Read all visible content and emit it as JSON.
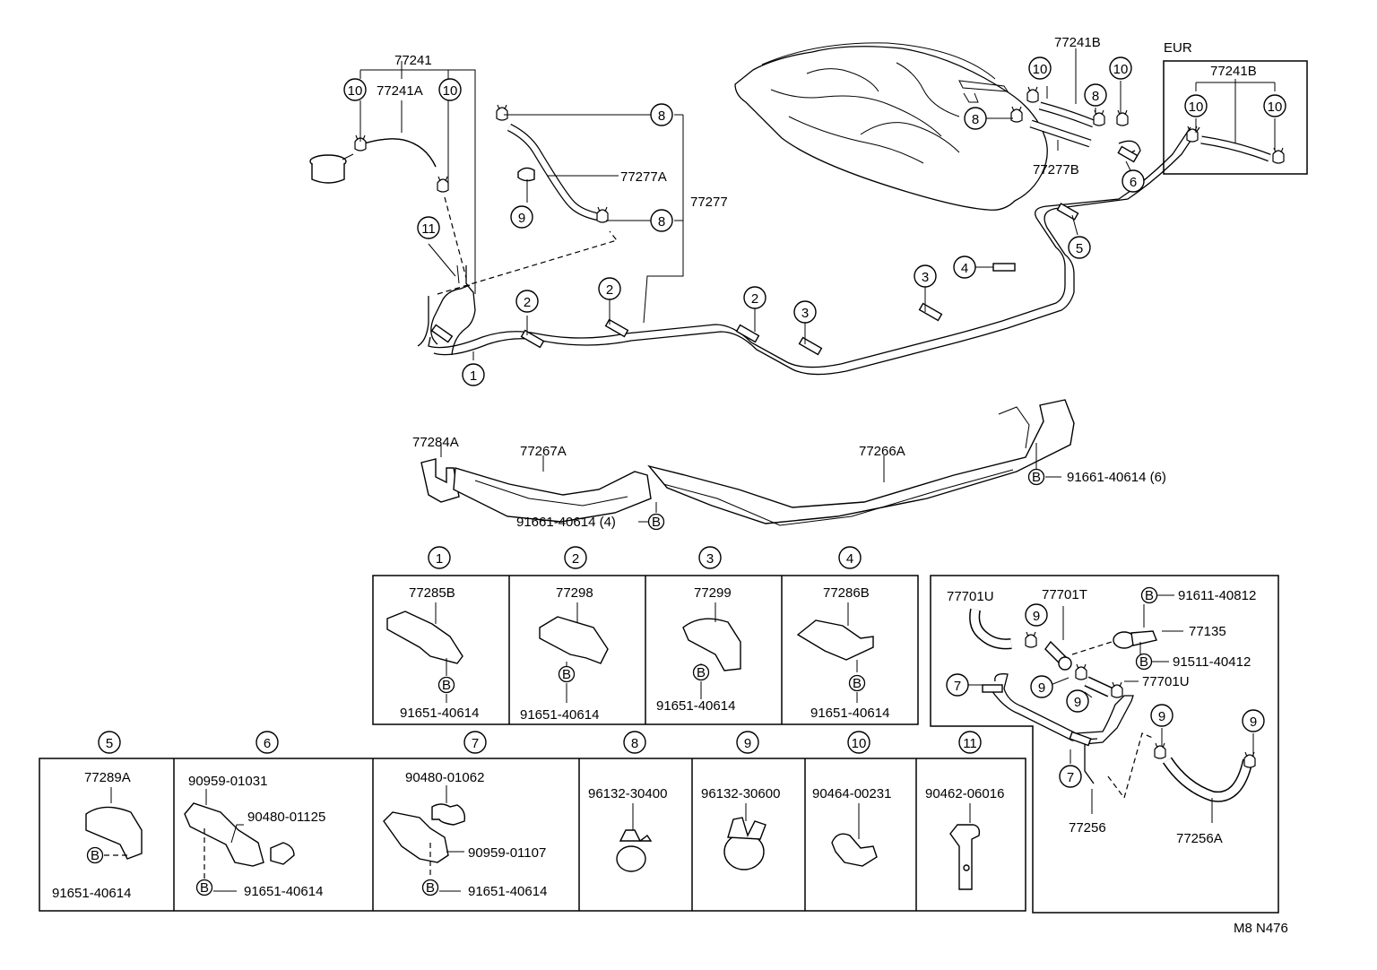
{
  "header": {
    "eur_label": "EUR",
    "diagram_code": "M8 N476"
  },
  "upper_view": {
    "labels": {
      "p77241": "77241",
      "p77241A": "77241A",
      "p77241B": "77241B",
      "p77241B_eur": "77241B",
      "p77277A": "77277A",
      "p77277": "77277",
      "p77277B": "77277B"
    },
    "callouts": [
      "1",
      "2",
      "3",
      "4",
      "5",
      "6",
      "8",
      "9",
      "10",
      "11"
    ]
  },
  "protector_view": {
    "labels": {
      "p77284A": "77284A",
      "p77267A": "77267A",
      "p77266A": "77266A",
      "bolt_left": "91661-40614 (4)",
      "bolt_right": "91661-40614 (6)"
    },
    "bolt_symbol": "B"
  },
  "clamp_table_top": {
    "cells": [
      {
        "index": "1",
        "part": "77285B",
        "bolt": "91651-40614"
      },
      {
        "index": "2",
        "part": "77298",
        "bolt": "91651-40614"
      },
      {
        "index": "3",
        "part": "77299",
        "bolt": "91651-40614"
      },
      {
        "index": "4",
        "part": "77286B",
        "bolt": "91651-40614"
      }
    ]
  },
  "clamp_table_bottom": {
    "cells": [
      {
        "index": "5",
        "parts": [
          "77289A"
        ],
        "bolt": "91651-40614"
      },
      {
        "index": "6",
        "parts": [
          "90959-01031",
          "90480-01125"
        ],
        "bolt": "91651-40614"
      },
      {
        "index": "7",
        "parts": [
          "90480-01062",
          "90959-01107"
        ],
        "bolt": "91651-40614"
      },
      {
        "index": "8",
        "parts": [
          "96132-30400"
        ]
      },
      {
        "index": "9",
        "parts": [
          "96132-30600"
        ]
      },
      {
        "index": "10",
        "parts": [
          "90464-00231"
        ]
      },
      {
        "index": "11",
        "parts": [
          "90462-06016"
        ]
      }
    ]
  },
  "inset_right": {
    "labels": {
      "p77701U_a": "77701U",
      "p77701T": "77701T",
      "bolt1": "91611-40812",
      "p77135": "77135",
      "bolt2": "91511-40412",
      "p77701U_b": "77701U",
      "p77256": "77256",
      "p77256A": "77256A"
    }
  }
}
